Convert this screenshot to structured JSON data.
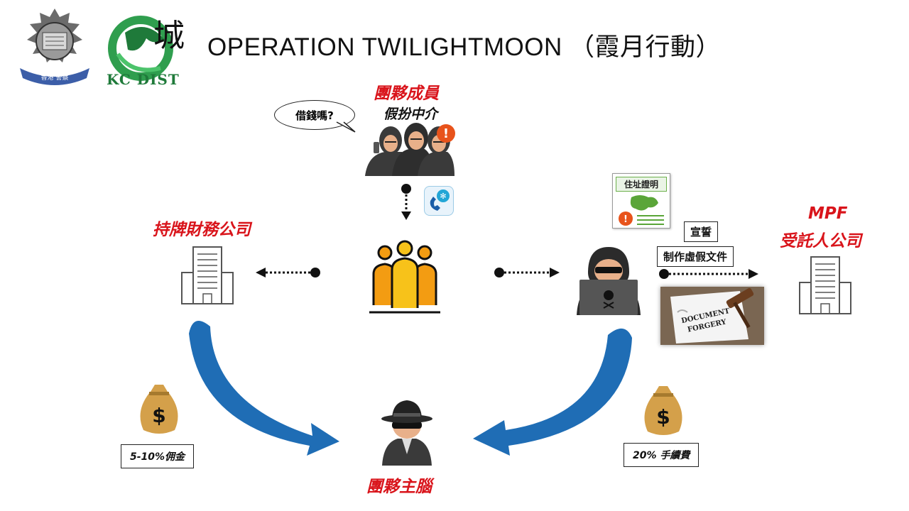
{
  "header": {
    "title": "OPERATION TWILIGHTMOON （霞月行動）",
    "logo_police_text": "香港 警察",
    "logo_kc_char": "城",
    "logo_kc_text": "KC DIST"
  },
  "nodes": {
    "gang_members": {
      "label": "團夥成員",
      "sublabel": "假扮中介",
      "bubble": "借錢嗎?"
    },
    "licensed_finance": {
      "label": "持牌財務公司"
    },
    "mpf_trustee": {
      "label_line1": "MPF",
      "label_line2": "受託人公司"
    },
    "mastermind": {
      "label": "團夥主腦"
    },
    "address_proof": {
      "label": "住址證明"
    },
    "oath": {
      "label": "宣誓"
    },
    "fake_docs": {
      "label": "制作虛假文件"
    },
    "document_forgery": {
      "line1": "DOCUMENT",
      "line2": "FORGERY"
    }
  },
  "fees": {
    "commission": "5-10%佣金",
    "handling_fee": "20% 手續費"
  },
  "colors": {
    "accent_red": "#d9141b",
    "arrow_blue": "#1f6db5",
    "building_gray": "#555555",
    "crowd_orange": "#f39c12",
    "crowd_yellow": "#f7c21a",
    "money_bag": "#d4a04a"
  },
  "icons": [
    "police-badge-icon",
    "kc-dragon-icon",
    "phone-app-icon",
    "building-icon",
    "crowd-icon",
    "hacker-laptop-icon",
    "spy-icon",
    "money-bag-icon",
    "map-document-icon"
  ]
}
